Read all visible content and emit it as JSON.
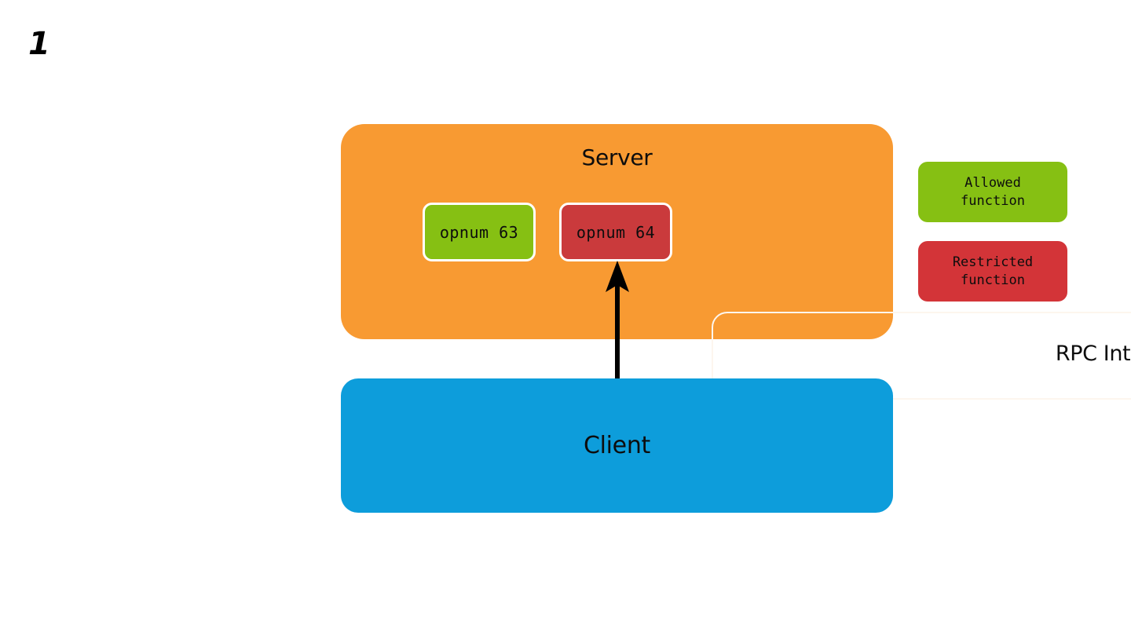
{
  "slide": {
    "number": "1"
  },
  "colors": {
    "server": "#f89a32",
    "client": "#0d9ddb",
    "allowed": "#86c013",
    "restricted": "#ca3a3c",
    "legend_restricted": "#d33438",
    "panel_border": "#fdf6ee",
    "arrow": "#000000",
    "background": "#ffffff"
  },
  "diagram": {
    "type": "block-diagram",
    "server": {
      "label": "Server",
      "rpc_interface": {
        "label": "RPC Interface",
        "functions": [
          {
            "label": "opnum 63",
            "status": "allowed"
          },
          {
            "label": "opnum 64",
            "status": "restricted"
          }
        ]
      }
    },
    "client": {
      "label": "Client"
    },
    "arrow": {
      "from": "Client",
      "to": "opnum 64",
      "direction": "up"
    }
  },
  "legend": {
    "items": [
      {
        "label": "Allowed\nfunction",
        "line1": "Allowed",
        "line2": "function",
        "status": "allowed"
      },
      {
        "label": "Restricted\nfunction",
        "line1": "Restricted",
        "line2": "function",
        "status": "restricted"
      }
    ]
  }
}
